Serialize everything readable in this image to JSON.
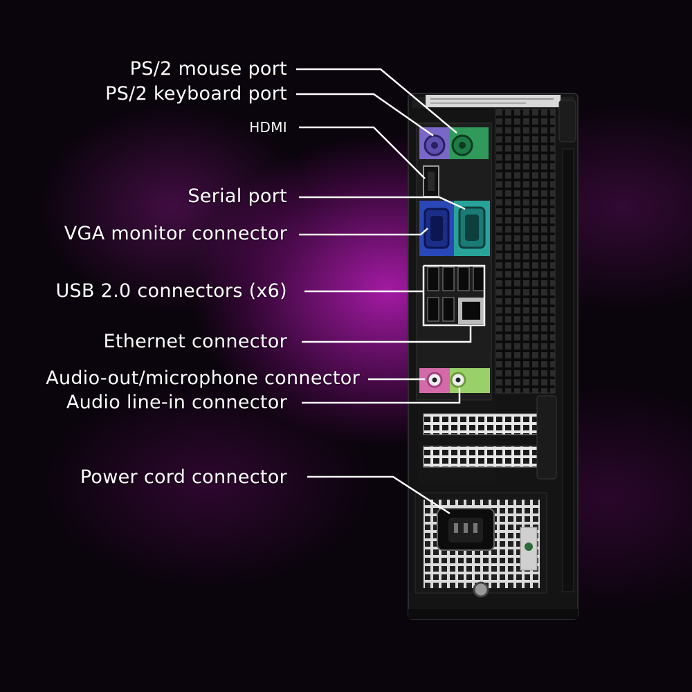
{
  "labels": {
    "ps2_mouse": "PS/2 mouse port",
    "ps2_keyboard": "PS/2 keyboard port",
    "hdmi": "HDMI",
    "serial": "Serial port",
    "vga": "VGA monitor connector",
    "usb": "USB 2.0 connectors (x6)",
    "ethernet": "Ethernet connector",
    "audio_out": "Audio-out/microphone connector",
    "audio_in": "Audio line-in connector",
    "power": "Power cord connector"
  },
  "colors": {
    "background_glow": "#b31eb3",
    "label_text": "#ffffff",
    "leader_line": "#ffffff",
    "chassis": "#121212",
    "ps2_mouse_port": "#2f9a5a",
    "ps2_keyboard_port": "#7a68c8",
    "vga_port": "#2a47b8",
    "serial_port": "#28a39a",
    "audio_mic_port": "#d46aa8",
    "audio_line_in_port": "#9ad06a"
  }
}
